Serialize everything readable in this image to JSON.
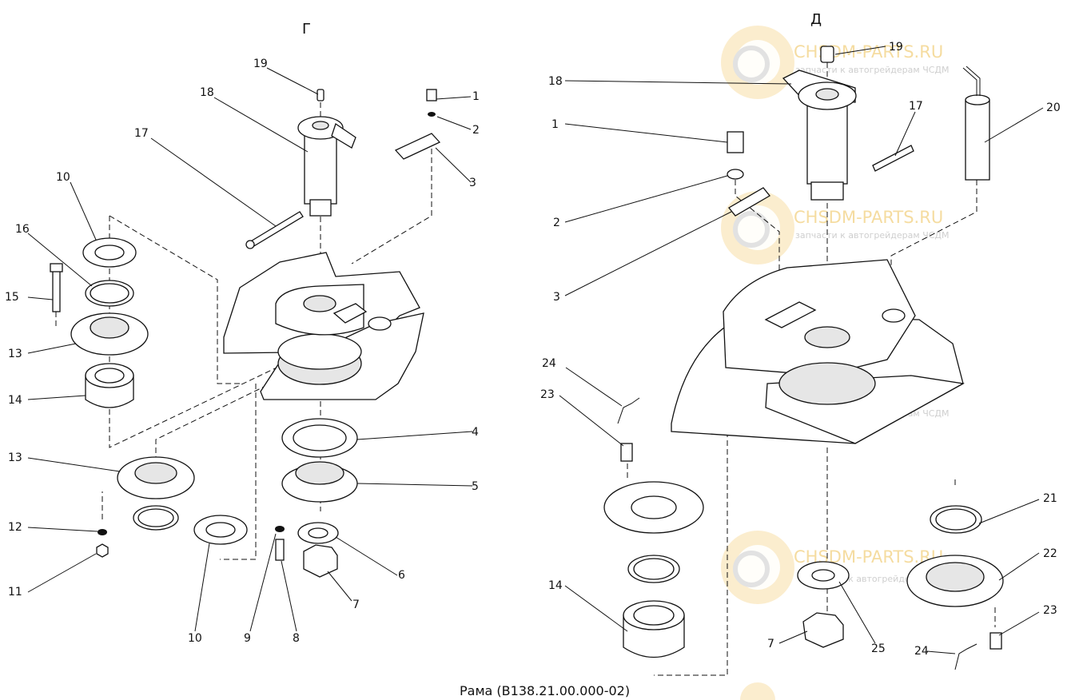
{
  "diagram": {
    "caption": "Рама (В138.21.00.000-02)",
    "views": {
      "left": "Г",
      "right": "Д"
    },
    "watermark": {
      "brand": "CHSDM-PARTS.RU",
      "subtitle": "запчасти к автогрейдерам ЧСДМ"
    },
    "callouts_left": [
      "19",
      "18",
      "17",
      "1",
      "2",
      "3",
      "10",
      "16",
      "15",
      "13",
      "14",
      "4",
      "5",
      "13",
      "12",
      "11",
      "10",
      "9",
      "8",
      "6",
      "7"
    ],
    "callouts_right": [
      "19",
      "18",
      "1",
      "2",
      "3",
      "17",
      "20",
      "24",
      "23",
      "14",
      "21",
      "22",
      "23",
      "7",
      "25",
      "24"
    ],
    "colors": {
      "line": "#111111",
      "watermark_orange": "#f5c060",
      "watermark_gray": "#cfcfcf"
    }
  }
}
